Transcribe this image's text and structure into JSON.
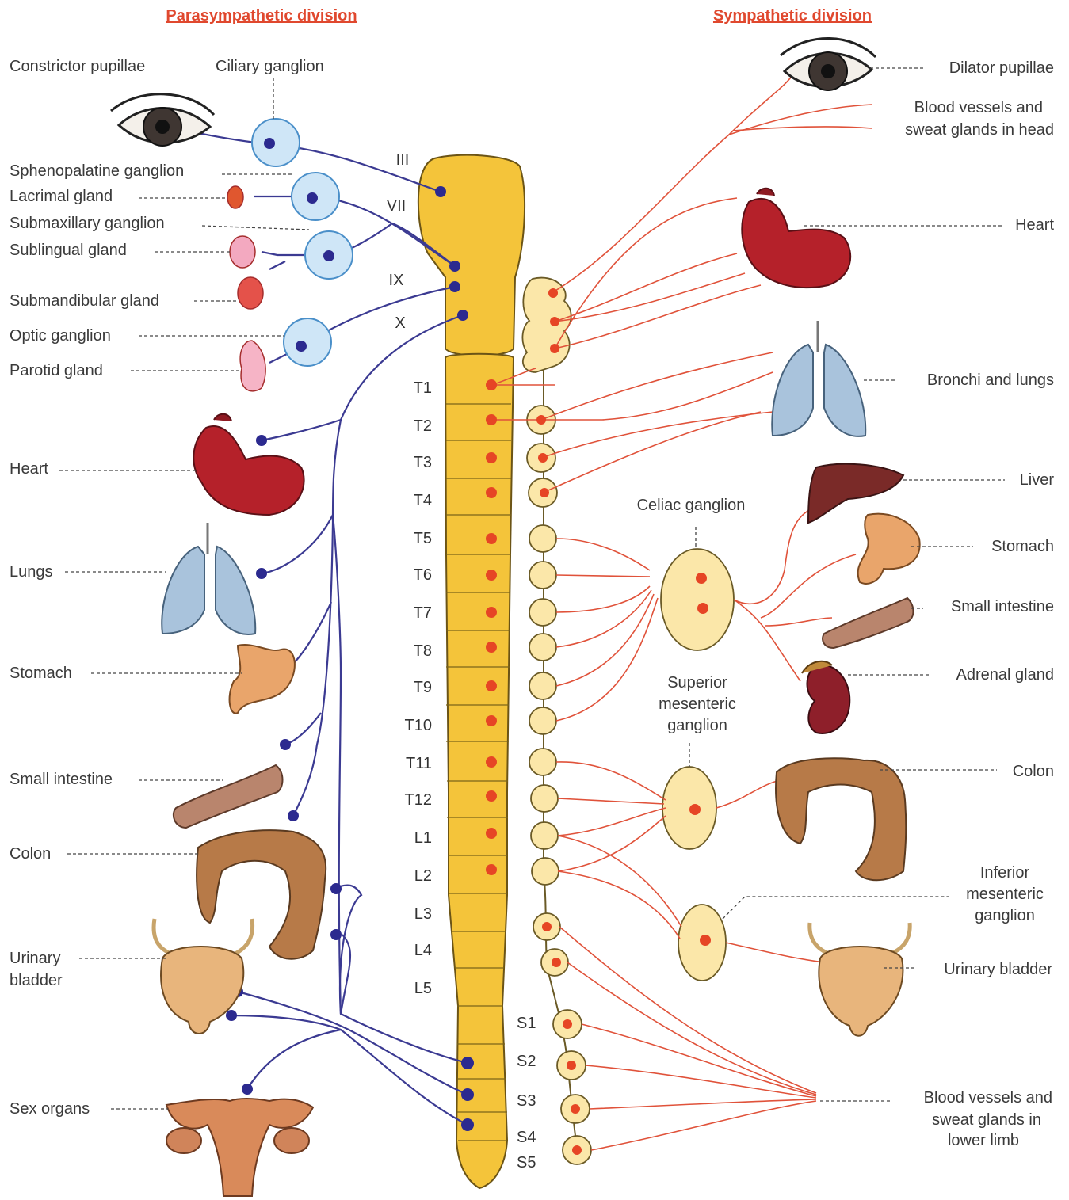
{
  "titles": {
    "left": "Parasympathetic division",
    "right": "Sympathetic division",
    "color": "#e0482e"
  },
  "colors": {
    "parasympathetic_nerve": "#3b3a92",
    "sympathetic_nerve": "#e0523a",
    "spinal_cord": "#f4c43a",
    "ganglion_para": "#cfe6f7",
    "ganglion_symp": "#fbe7a9"
  },
  "left_labels": {
    "constrictor_pupillae": "Constrictor pupillae",
    "ciliary_ganglion": "Ciliary ganglion",
    "sphenopalatine_ganglion": "Sphenopalatine ganglion",
    "lacrimal_gland": "Lacrimal gland",
    "submaxillary_ganglion": "Submaxillary ganglion",
    "sublingual_gland": "Sublingual gland",
    "submandibular_gland": "Submandibular gland",
    "optic_ganglion": "Optic ganglion",
    "parotid_gland": "Parotid gland",
    "heart": "Heart",
    "lungs": "Lungs",
    "stomach": "Stomach",
    "small_intestine": "Small intestine",
    "colon": "Colon",
    "urinary_bladder_1": "Urinary",
    "urinary_bladder_2": "bladder",
    "sex_organs": "Sex organs"
  },
  "right_labels": {
    "dilator_pupillae": "Dilator pupillae",
    "blood_vessels_head_1": "Blood vessels and",
    "blood_vessels_head_2": "sweat glands in head",
    "heart": "Heart",
    "bronchi_lungs": "Bronchi and lungs",
    "liver": "Liver",
    "stomach": "Stomach",
    "small_intestine": "Small intestine",
    "adrenal_gland": "Adrenal gland",
    "colon": "Colon",
    "urinary_bladder": "Urinary bladder",
    "blood_vessels_limb_1": "Blood vessels and",
    "blood_vessels_limb_2": "sweat glands in",
    "blood_vessels_limb_3": "lower limb"
  },
  "center_labels": {
    "celiac_ganglion": "Celiac ganglion",
    "superior_mesenteric_1": "Superior",
    "superior_mesenteric_2": "mesenteric",
    "superior_mesenteric_3": "ganglion",
    "inferior_mesenteric_1": "Inferior",
    "inferior_mesenteric_2": "mesenteric",
    "inferior_mesenteric_3": "ganglion"
  },
  "cranial_nerves": [
    "III",
    "VII",
    "IX",
    "X"
  ],
  "thoracolumbar_segments": [
    "T1",
    "T2",
    "T3",
    "T4",
    "T5",
    "T6",
    "T7",
    "T8",
    "T9",
    "T10",
    "T11",
    "T12",
    "L1",
    "L2",
    "L3",
    "L4",
    "L5"
  ],
  "sacral_segments": [
    "S1",
    "S2",
    "S3",
    "S4",
    "S5"
  ]
}
